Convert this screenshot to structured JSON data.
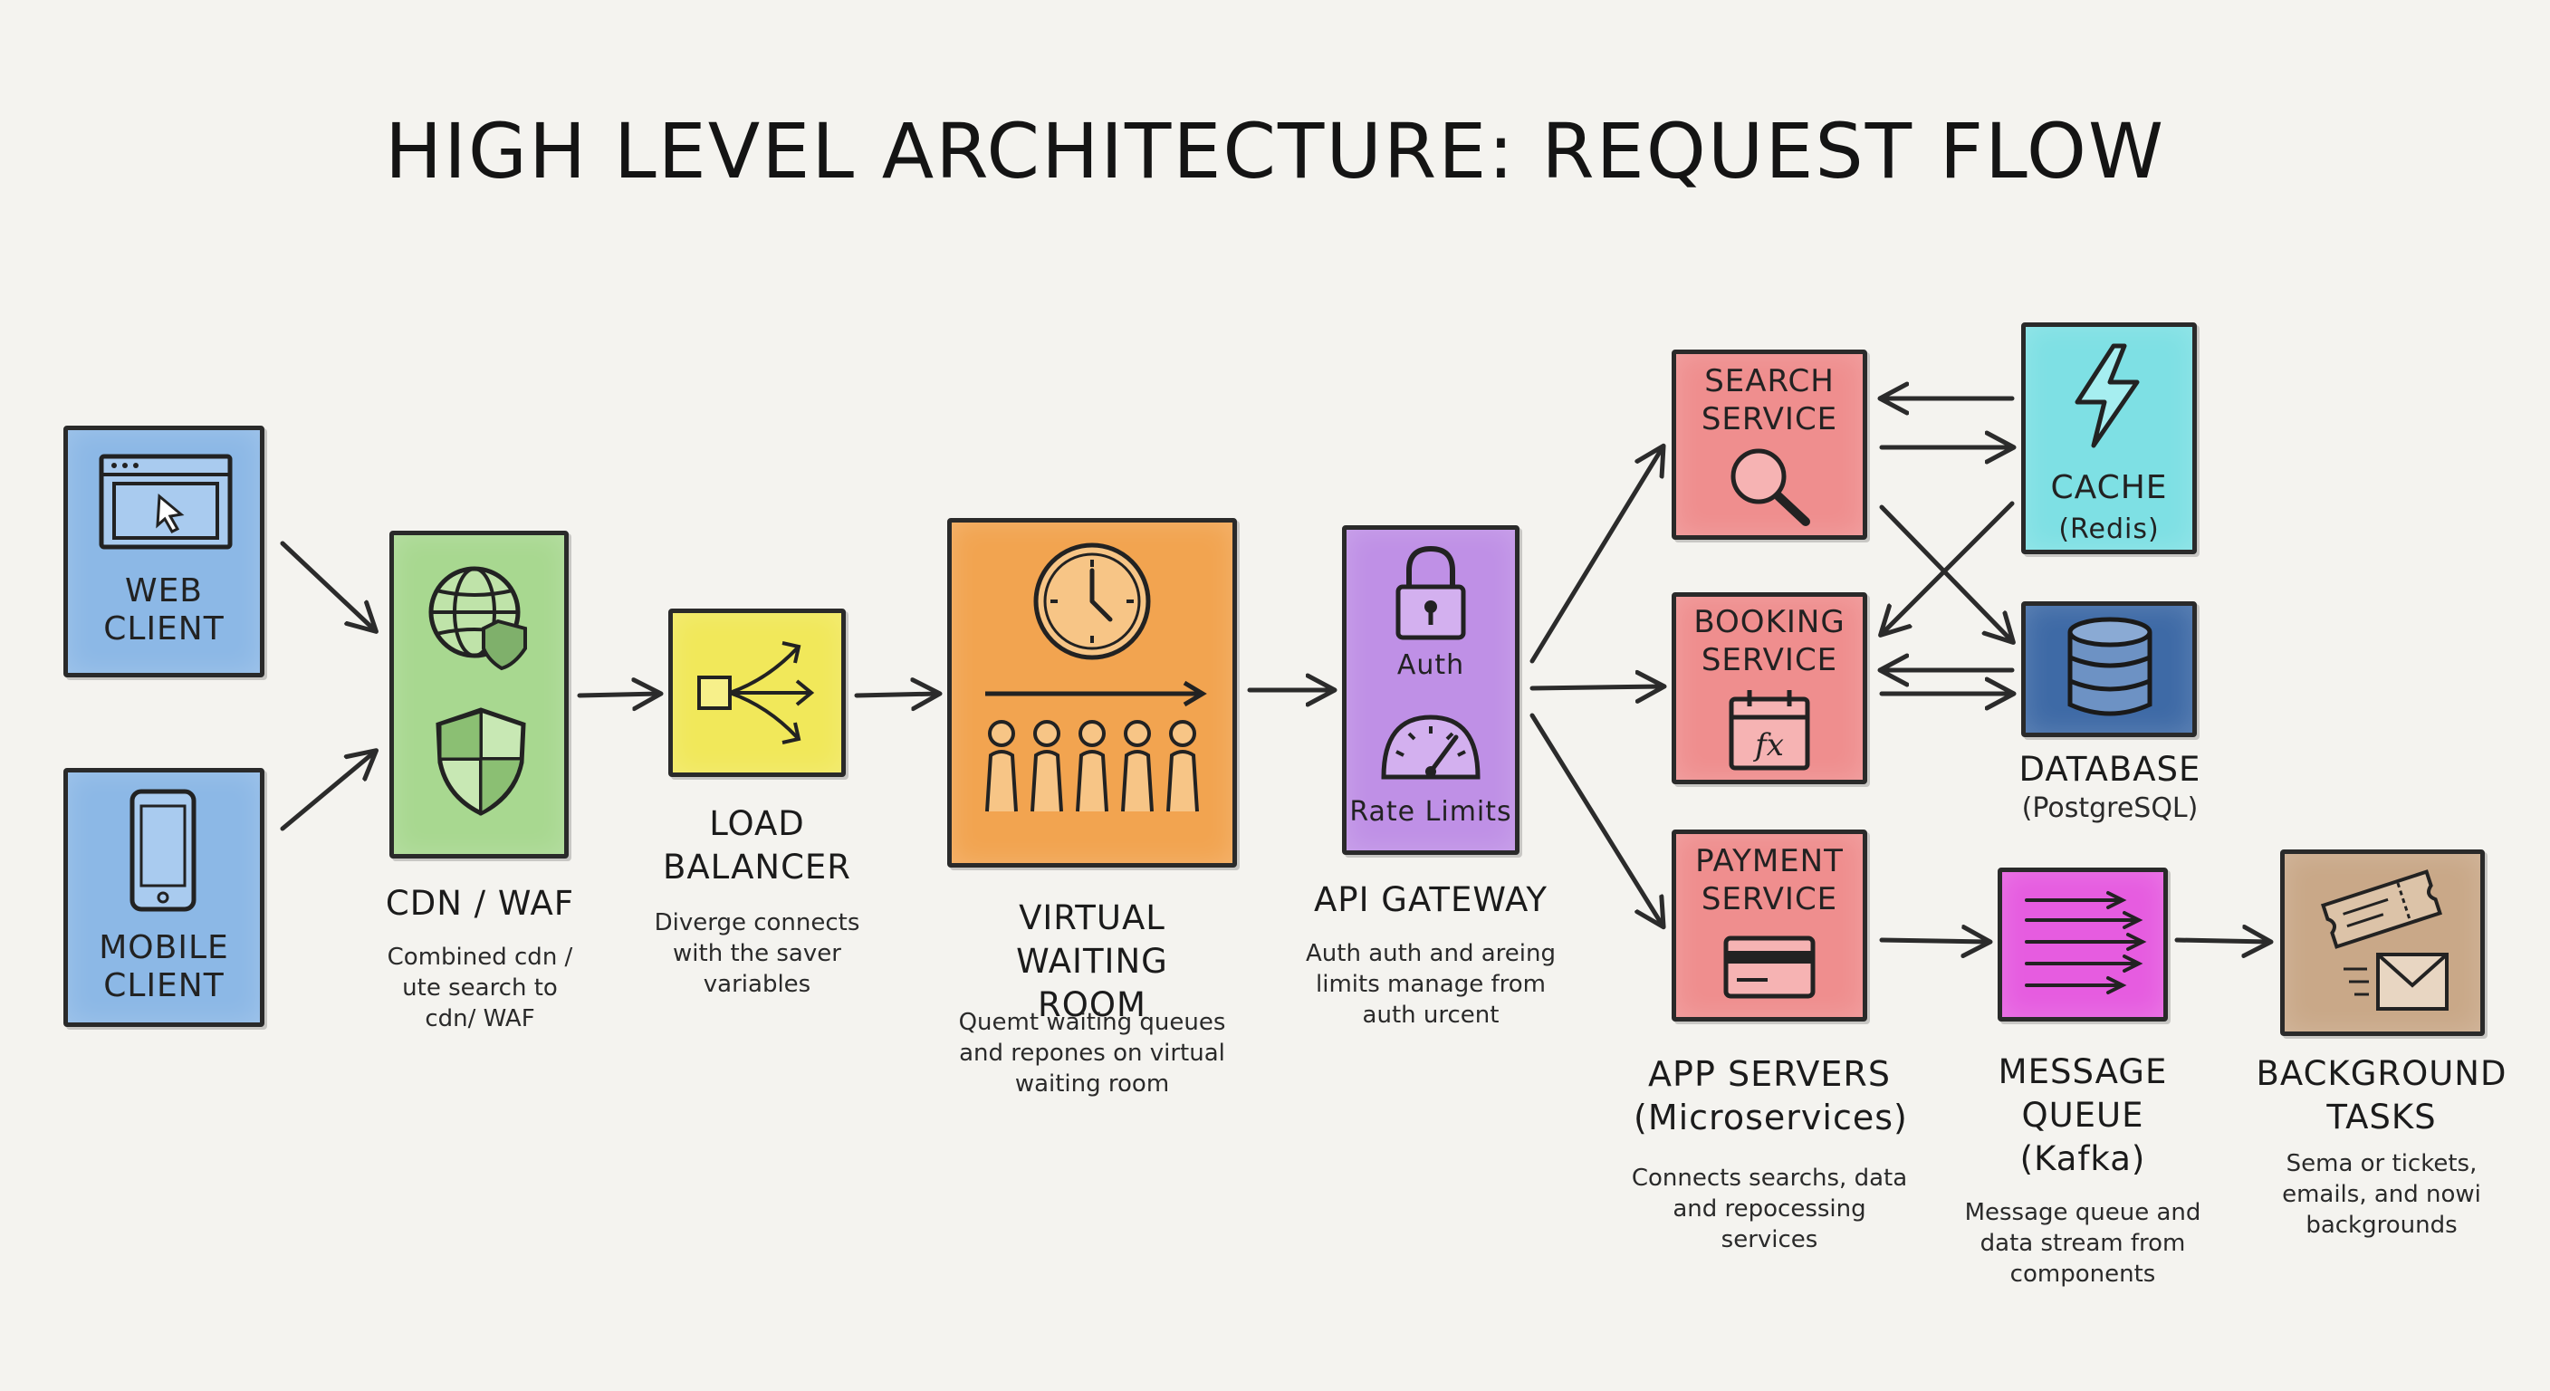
{
  "title": "HIGH LEVEL ARCHITECTURE: REQUEST FLOW",
  "colors": {
    "background": "#f4f3ef",
    "web_client": "#8cb8e6",
    "mobile_client": "#8cb8e6",
    "cdn": "#a8d890",
    "load_balancer": "#f1e85a",
    "waiting_room": "#f2a450",
    "api_gateway": "#bf90e6",
    "services": "#ef8e8e",
    "cache": "#7ee0e4",
    "database": "#3e6aa6",
    "message_queue": "#e65ce0",
    "background_tasks": "#c9a888"
  },
  "nodes": {
    "web_client": {
      "label": "WEB\nCLIENT",
      "icon": "browser-window-icon"
    },
    "mobile_client": {
      "label": "MOBILE\nCLIENT",
      "icon": "smartphone-icon"
    },
    "cdn_waf": {
      "label": "CDN / WAF",
      "description": "Combined cdn /\nute search to\ncdn/ WAF",
      "icons": [
        "globe-shield-icon",
        "shield-icon"
      ]
    },
    "load_balancer": {
      "label": "LOAD\nBALANCER",
      "description": "Diverge connects\nwith the saver\nvariables",
      "icon": "branching-arrows-icon"
    },
    "waiting_room": {
      "label": "VIRTUAL\nWAITING ROOM",
      "description": "Quemt waiting queues\nand repones on virtual\nwaiting room",
      "icons": [
        "clock-icon",
        "queue-people-icon"
      ]
    },
    "api_gateway": {
      "label": "API GATEWAY",
      "description": "Auth auth and areing\nlimits manage from\nauth urcent",
      "auth_text": "Auth",
      "rate_text": "Rate Limits",
      "icons": [
        "padlock-icon",
        "gauge-icon"
      ]
    },
    "search_service": {
      "label": "SEARCH\nSERVICE",
      "icon": "magnifier-icon"
    },
    "booking_service": {
      "label": "BOOKING\nSERVICE",
      "icon": "calendar-function-icon"
    },
    "payment_service": {
      "label": "PAYMENT\nSERVICE",
      "icon": "credit-card-icon"
    },
    "app_servers": {
      "label": "APP SERVERS\n(Microservices)",
      "description": "Connects searchs, data\nand repocessing\nservices"
    },
    "cache": {
      "label": "CACHE",
      "sublabel": "(Redis)",
      "icon": "lightning-icon"
    },
    "database": {
      "label": "DATABASE",
      "sublabel": "(PostgreSQL)",
      "icon": "database-cylinder-icon"
    },
    "message_queue": {
      "label": "MESSAGE\nQUEUE\n(Kafka)",
      "description": "Message queue and\ndata stream from\ncomponents",
      "icon": "stream-arrows-icon"
    },
    "background_tasks": {
      "label": "BACKGROUND\nTASKS",
      "description": "Sema or tickets,\nemails, and nowi\nbackgrounds",
      "icons": [
        "ticket-icon",
        "envelope-icon"
      ]
    }
  }
}
